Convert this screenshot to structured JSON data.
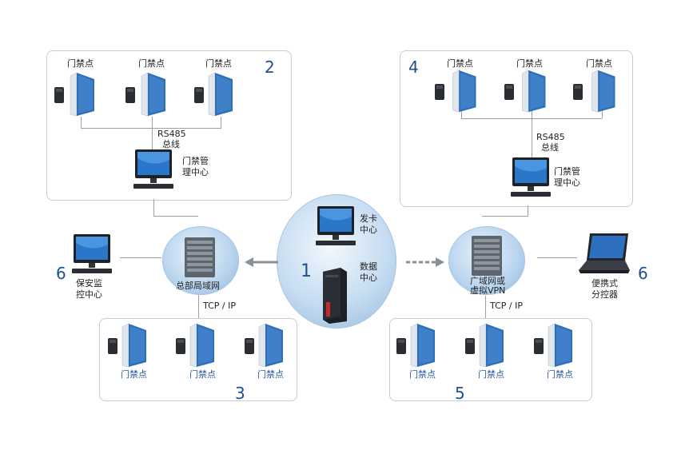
{
  "door_label": "门禁点",
  "bus_line1": "RS485",
  "bus_line2": "总线",
  "mgmt_line1": "门禁管",
  "mgmt_line2": "理中心",
  "tcpip": "TCP / IP",
  "hq_network": "总部局域网",
  "wan_line1": "广域网或",
  "wan_line2": "虚拟VPN",
  "card_line1": "发卡",
  "card_line2": "中心",
  "data_line1": "数据",
  "data_line2": "中心",
  "security_line1": "保安监",
  "security_line2": "控中心",
  "portable_line1": "便携式",
  "portable_line2": "分控器",
  "num1": "1",
  "num2": "2",
  "num3": "3",
  "num4": "4",
  "num5": "5",
  "num6": "6",
  "colors": {
    "door_blue": "#2f6fb8",
    "circle_blue": "#a9c6e4",
    "line_gray": "#9aa0a8",
    "number_blue": "#1f4f8f"
  }
}
